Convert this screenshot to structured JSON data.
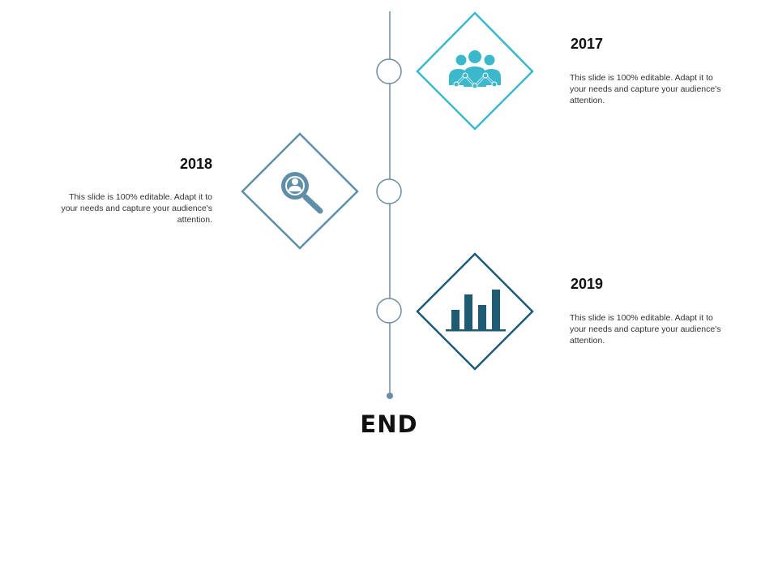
{
  "timeline": {
    "items": [
      {
        "year": "2017",
        "text": "This slide is 100% editable. Adapt it to your needs and capture your audience's attention.",
        "icon": "team-icon",
        "color": "#3cb8cc"
      },
      {
        "year": "2018",
        "text": "This slide is 100% editable. Adapt it to your needs and capture your audience's attention.",
        "icon": "search-user-icon",
        "color": "#5f8fa8"
      },
      {
        "year": "2019",
        "text": "This slide is 100% editable. Adapt it to your needs and capture your audience's attention.",
        "icon": "bar-chart-icon",
        "color": "#1f5a73"
      }
    ],
    "line_color": "#6b8ea3",
    "end_label": "END"
  }
}
